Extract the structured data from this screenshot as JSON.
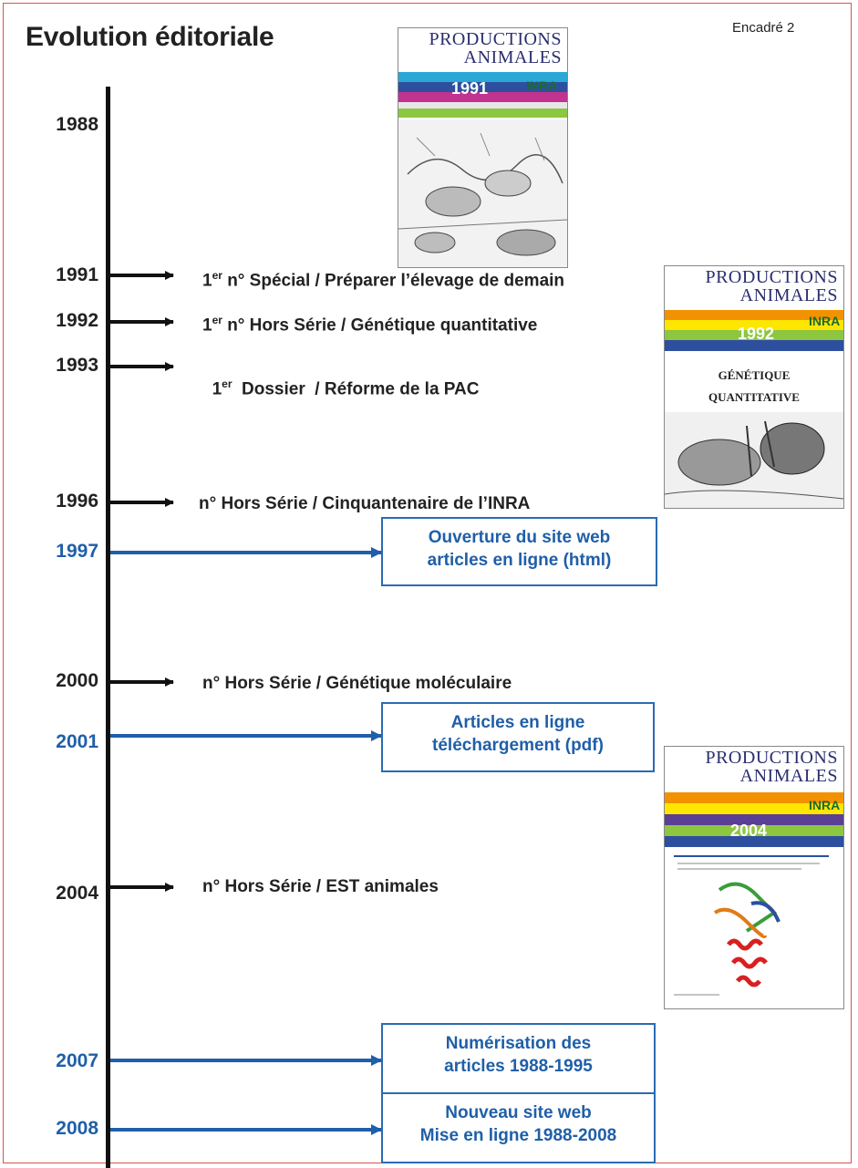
{
  "header": {
    "title": "Evolution éditoriale",
    "tag": "Encadré 2"
  },
  "timeline": {
    "y1988": "1988",
    "y1991": "1991",
    "y1992": "1992",
    "y1993": "1993",
    "y1996": "1996",
    "y1997": "1997",
    "y2000": "2000",
    "y2001": "2001",
    "y2004": "2004",
    "y2007": "2007",
    "y2008": "2008"
  },
  "events": {
    "e1991_pre": "1",
    "e1991_sup": "er",
    "e1991_text": " n° Spécial / Préparer l’élevage de demain",
    "e1992_pre": "1",
    "e1992_sup": "er",
    "e1992_text": " n° Hors Série / Génétique quantitative",
    "e1993_pre": "1",
    "e1993_sup": "er",
    "e1993_text": "  Dossier  / Réforme de la PAC",
    "e1996": "n° Hors Série / Cinquantenaire de l’INRA",
    "e2000": "n° Hors Série / Génétique moléculaire",
    "e2004": "n° Hors Série / EST animales"
  },
  "web_events": {
    "b1997_l1": "Ouverture du site web",
    "b1997_l2": "articles en ligne (html)",
    "b2001_l1": "Articles en ligne",
    "b2001_l2": "téléchargement (pdf)",
    "b2007_l1": "Numérisation des",
    "b2007_l2": "articles 1988-1995",
    "b2008_l1": "Nouveau site web",
    "b2008_l2": "Mise en ligne 1988-2008"
  },
  "covers": {
    "c1991": {
      "title1": "PRODUCTIONS",
      "title2": "ANIMALES",
      "year": "1991",
      "logo": "INRA"
    },
    "c1992": {
      "title1": "PRODUCTIONS",
      "title2": "ANIMALES",
      "year": "1992",
      "logo": "INRA",
      "sub1": "GÉNÉTIQUE",
      "sub2": "QUANTITATIVE"
    },
    "c2004": {
      "title1": "PRODUCTIONS",
      "title2": "ANIMALES",
      "year": "2004",
      "logo": "INRA"
    }
  },
  "colors": {
    "blue": "#1f5fa8",
    "black": "#222222",
    "frame": "#d9534f"
  }
}
